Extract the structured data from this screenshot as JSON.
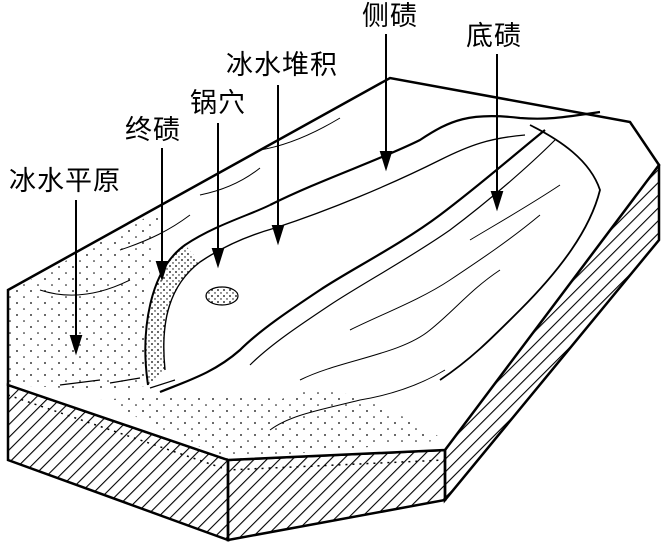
{
  "labels": {
    "outwash_plain": "冰水平原",
    "end_moraine": "终碛",
    "kettle": "锅穴",
    "outwash_deposit": "冰水堆积",
    "lateral_moraine": "侧碛",
    "ground_moraine": "底碛"
  },
  "colors": {
    "ink": "#000000",
    "paper": "#ffffff"
  }
}
